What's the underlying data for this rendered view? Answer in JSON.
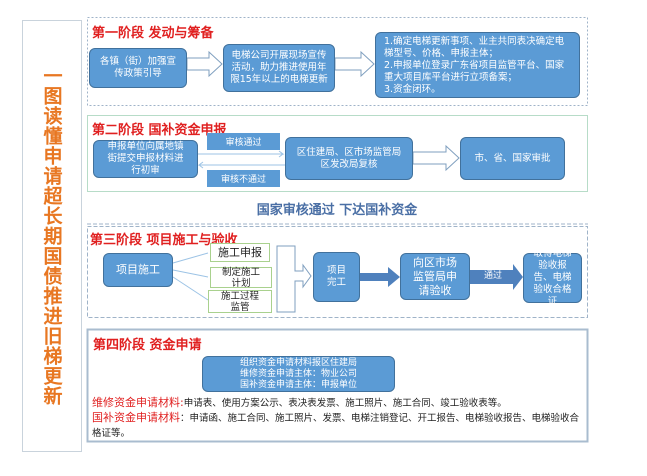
{
  "title": "一图读懂申请超长期国债推进旧梯更新",
  "stage1": {
    "title": "第一阶段 发动与筹备",
    "box1": "各镇（街）加强宣传政策引导",
    "box2": "电梯公司开展现场宣传活动，助力推进使用年限15年以上的电梯更新",
    "box3": [
      "1.确定电梯更新事项、业主共同表决确定电梯型号、价格、申报主体；",
      "2.申报单位登录广东省项目监管平台、国家重大项目库平台进行立项备案；",
      "3.资金闭环。"
    ]
  },
  "stage2": {
    "title": "第二阶段 国补资金申报",
    "box1": "申报单位向属地镇街提交申报材料进行初审",
    "pass": "审核通过",
    "fail": "审核不通过",
    "box2": "区住建局、区市场监管局区发改局复核",
    "box3": "市、省、国家审批"
  },
  "banner": "国家审核通过 下达国补资金",
  "stage3": {
    "title": "第三阶段 项目施工与验收",
    "start": "项目施工",
    "tasks": [
      "施工申报",
      "制定施工计划",
      "施工过程监管"
    ],
    "done": "项目完工",
    "apply": "向区市场监管局申请验收",
    "pass": "通过",
    "result": "取得电梯验收报告、电梯验收合格证"
  },
  "stage4": {
    "title": "第四阶段 资金申请",
    "box": [
      "组织资金申请材料报区住建局",
      "维修资金申请主体：物业公司",
      "国补资金申请主体：申报单位"
    ],
    "repair_label": "维修资金申请材料:",
    "repair_text": "申请表、使用方案公示、表决表发票、施工照片、施工合同、竣工验收表等。",
    "subsidy_label": "国补资金申请材料",
    "subsidy_text": "：申请函、施工合同、施工照片、发票、电梯注销登记、开工报告、电梯验收报告、电梯验收合格证等。"
  },
  "colors": {
    "accent": "#e87722",
    "box": "#5b9bd5",
    "red": "#e02020",
    "banner": "#4a6fa5"
  }
}
